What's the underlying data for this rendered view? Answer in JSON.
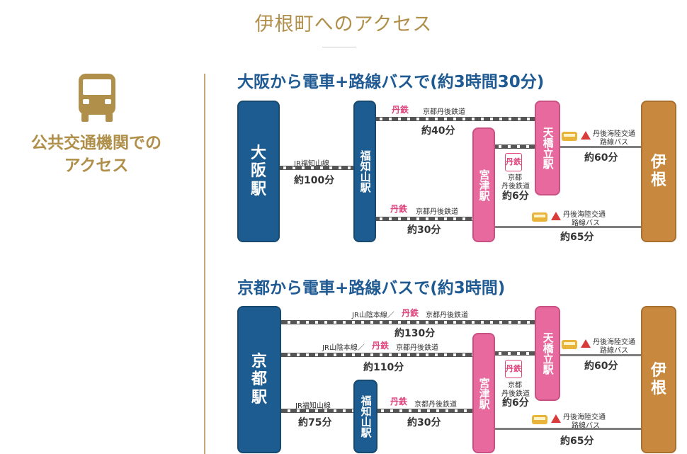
{
  "page_title": "伊根町へのアクセス",
  "side": {
    "label_line1": "公共交通機関での",
    "label_line2": "アクセス",
    "icon": "bus-icon"
  },
  "logo_text": "丹鉄",
  "section1": {
    "title": "大阪から電車+路線バスで(約3時間30分)",
    "stations": {
      "osaka": [
        "大",
        "阪",
        "駅"
      ],
      "fukuchiyama": "福知山駅",
      "miyazu": "宮津駅",
      "amanohashidate": "天橋立駅",
      "ine": [
        "伊",
        "根"
      ]
    },
    "labels": {
      "jr_fukuchiyama": "JR福知山線",
      "t_osaka_fuku": "約100分",
      "kyoto_tango_top": "京都丹後鉄道",
      "t_fuku_ama": "約40分",
      "kyoto_tango_bottom": "京都丹後鉄道",
      "t_fuku_miya": "約30分",
      "miya_ama_line1": "京都",
      "miya_ama_line2": "丹後鉄道",
      "t_miya_ama": "約6分",
      "bus_top_line1": "丹後海陸交通",
      "bus_top_line2": "路線バス",
      "t_ama_ine": "約60分",
      "bus_bottom_line1": "丹後海陸交通",
      "bus_bottom_line2": "路線バス",
      "t_miya_ine": "約65分"
    }
  },
  "section2": {
    "title": "京都から電車+路線バスで(約3時間)",
    "stations": {
      "kyoto": [
        "京",
        "都",
        "駅"
      ],
      "fukuchiyama": "福知山駅",
      "miyazu": "宮津駅",
      "amanohashidate": "天橋立駅",
      "ine": [
        "伊",
        "根"
      ]
    },
    "labels": {
      "top_jr": "JR山陰本線／",
      "top_tango": "京都丹後鉄道",
      "t_kyoto_ama": "約130分",
      "mid_jr": "JR山陰本線／",
      "mid_tango": "京都丹後鉄道",
      "t_kyoto_miya": "約110分",
      "jr_fukuchiyama": "JR福知山線",
      "t_kyoto_fuku": "約75分",
      "fuku_miya_tango": "京都丹後鉄道",
      "t_fuku_miya": "約30分",
      "miya_ama_line1": "京都",
      "miya_ama_line2": "丹後鉄道",
      "t_miya_ama": "約6分",
      "bus_top_line1": "丹後海陸交通",
      "bus_top_line2": "路線バス",
      "t_ama_ine": "約60分",
      "bus_bottom_line1": "丹後海陸交通",
      "bus_bottom_line2": "路線バス",
      "t_miya_ine": "約65分"
    }
  },
  "colors": {
    "gold": "#b08f4a",
    "navy": "#1f5a93",
    "station_blue": "#1d5c90",
    "station_pink": "#e8699e",
    "station_gold": "#c8893f"
  }
}
